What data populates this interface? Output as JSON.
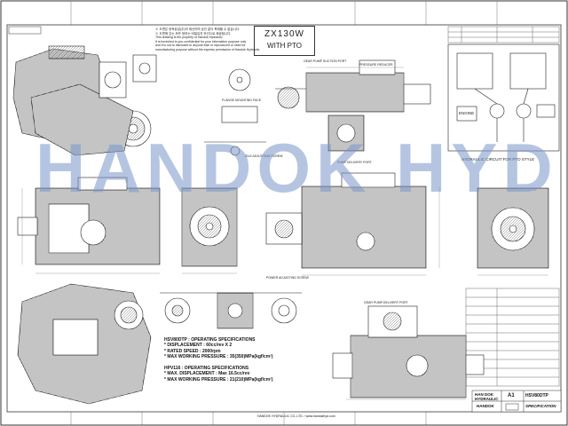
{
  "model": {
    "line1": "ZX130W",
    "line2": "WITH PTO"
  },
  "watermark": "HANDOK HYD",
  "notice_lines": [
    "※ 도면은 한독유압(주)의 재산이며 승인 없이 복제할 수 없습니다.",
    "※ 도면에 있는 모든 정보는 비밀유지 조건으로 제공됩니다.",
    "This drawing is the property of Handok Hydraulic.",
    "It is furnished to you confidential for your information purpose only",
    "and it is not to disclosed to anyone else or reproduced or used for",
    "manufacturing purpose without the express permission of Handok Hydraulic."
  ],
  "spec_hsv": {
    "title": "HSV80DTP : OPERATING SPECIFICATIONS",
    "lines": [
      "* DISPLACEMENT : 60cc/rev X 2",
      "* RATED SPEED : 2000rpm",
      "* MAX WORKING PRESSURE : 35(350)MPa(kgf/cm²)"
    ]
  },
  "spec_hpv": {
    "title": "HPV116 : OPERATING SPECIFICATIONS",
    "lines": [
      "* MAX. DISPLACEMENT : Max 16.5cc/rev",
      "* MAX WORKING PRESSURE : 21(210)MPa(kgf/cm²)"
    ]
  },
  "labels": {
    "hydraulic_circuit": "HYDRAULIC CIRCUIT FOR PTO STYLE",
    "engine": "ENGINE",
    "gear_pump_suction": "GEAR PUMP SUCTION PORT",
    "gear_pump_delivery": "GEAR PUMP DELIVERY PORT",
    "pressure_reducer": "PRESSURE REDUCER",
    "pump_delivery": "PUMP DELIVERY PORT",
    "flange": "FLANGE MOUNTING FACE",
    "idle_adjust": "IDLE ADJUSTING SCREW",
    "power_adjust": "POWER ADJUSTING SCREW"
  },
  "title_block": {
    "part_no": "HSV80DTP",
    "company_line1": "HAN DOK",
    "company_line2": "HYDRAULIC",
    "sheet": "A1",
    "doc_type": "SPECIFICATION",
    "logo": "HANDOK",
    "footer": "HANDOK HYDRAULIC CO.,LTD. / www.handokhyd.com"
  },
  "colors": {
    "line": "#2a2a2a",
    "watermark": "#7896c8",
    "paper": "#ffffff"
  }
}
